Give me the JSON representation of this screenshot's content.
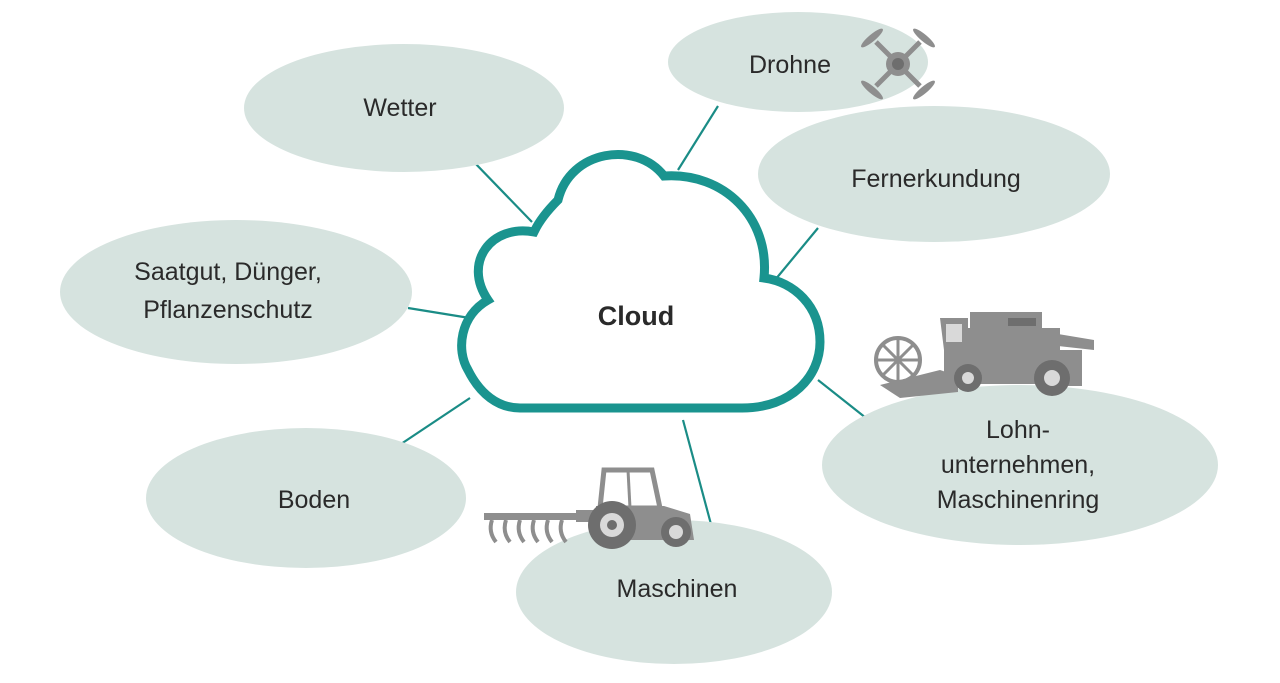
{
  "center": {
    "label": "Cloud"
  },
  "nodes": {
    "wetter": {
      "label": "Wetter"
    },
    "drohne": {
      "label": "Drohne"
    },
    "fernerkundung": {
      "label": "Fernerkundung"
    },
    "saatgut": {
      "lines": [
        "Saatgut, Dünger,",
        "Pflanzenschutz"
      ]
    },
    "lohn": {
      "lines": [
        "Lohn-",
        "unternehmen,",
        "Maschinenring"
      ]
    },
    "boden": {
      "label": "Boden"
    },
    "maschinen": {
      "label": "Maschinen"
    }
  },
  "icons": {
    "drone": "drone-icon",
    "combine": "combine-harvester-icon",
    "tractor": "tractor-with-harrow-icon"
  },
  "colors": {
    "bubble": "#d6e3df",
    "accent": "#1a948f",
    "machine": "#8e8e8e",
    "text": "#2a2a2a"
  }
}
